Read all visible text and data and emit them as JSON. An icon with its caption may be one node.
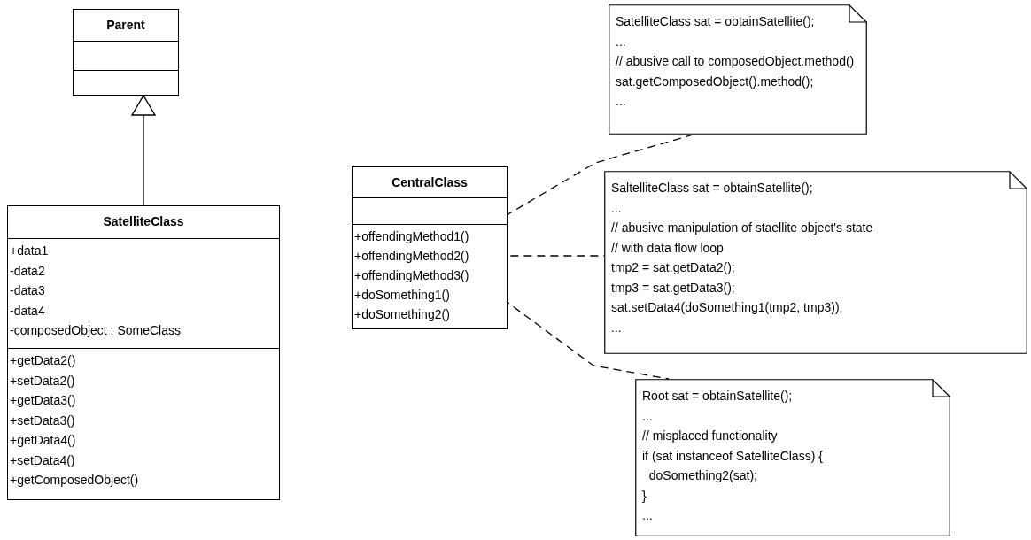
{
  "diagram": {
    "nodes": [
      {
        "text": [
          "Parent"
        ]
      },
      {
        "text": [
          "SatelliteClass",
          "+data1",
          "-data2",
          "-data3",
          "-data4",
          "-composedObject : SomeClass",
          "+getData2()",
          "+setData2()",
          "+getData3()",
          "+setData3()",
          "+getData4()",
          "+setData4()",
          "+getComposedObject()"
        ]
      },
      {
        "text": [
          "SatelliteClass sat = obtainSatellite();",
          "...",
          "// abusive call to composedObject.method()",
          "sat.getComposedObject().method();",
          "..."
        ]
      },
      {
        "text": [
          "CentralClass"
        ]
      },
      {
        "text": [
          "+offendingMethod1()"
        ],
        "in": 3
      },
      {
        "text": [
          "+offendingMethod2()"
        ],
        "in": 3
      },
      {
        "text": [
          "+offendingMethod3()"
        ],
        "in": 3
      },
      {
        "text": [
          "+doSomething1()"
        ],
        "in": 3
      },
      {
        "text": [
          "+doSomething2()"
        ],
        "in": 3
      },
      {
        "text": [
          "SaltelliteClass sat = obtainSatellite();",
          "...",
          "// abusive manipulation of staellite object's state",
          "// with data flow loop",
          "tmp2 = sat.getData2();",
          "tmp3 = sat.getData3();",
          "sat.setData4(doSomething1(tmp2, tmp3));",
          "..."
        ]
      },
      {
        "text": [
          "Root sat = obtainSatellite();",
          "...",
          "// misplaced functionality",
          "if (sat instanceof SatelliteClass) {",
          "  doSomething2(sat);",
          "}",
          "..."
        ]
      }
    ],
    "edges": [
      {
        "from": 1,
        "to": 0,
        "arrow": "to"
      },
      {
        "from": 4,
        "to": 2,
        "arrow": "none",
        "style": "dashed"
      },
      {
        "from": 5,
        "to": 9,
        "arrow": "none",
        "style": "dashed"
      },
      {
        "from": 6,
        "to": 10,
        "arrow": "none",
        "style": "dashed"
      }
    ]
  }
}
